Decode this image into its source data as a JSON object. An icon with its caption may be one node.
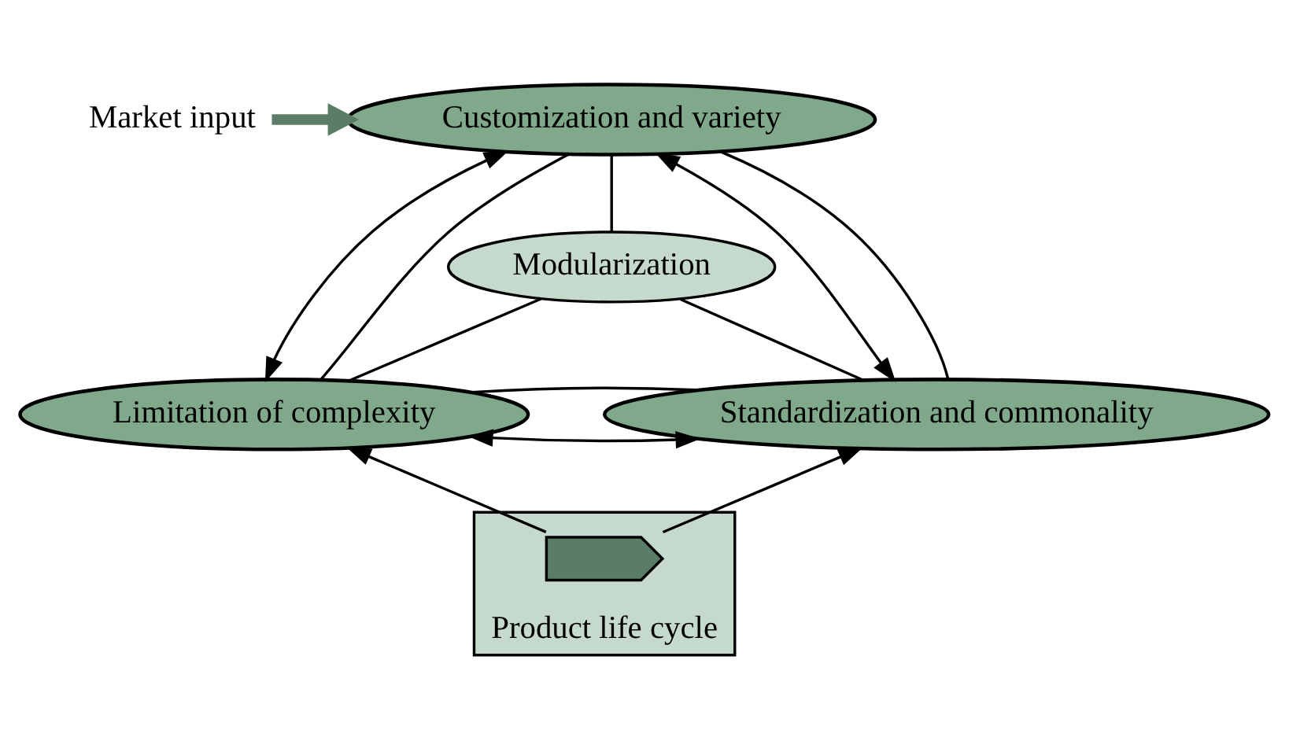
{
  "diagram": {
    "nodes": [
      {
        "text": [
          "Market input"
        ]
      },
      {
        "text": [
          "Customization and variety"
        ]
      },
      {
        "text": [
          "Limitation of complexity"
        ]
      },
      {
        "text": [
          "Standardization and commonality"
        ]
      },
      {
        "text": [
          "Modularization"
        ]
      },
      {
        "text": [
          "Product life cycle"
        ]
      },
      {
        "text": [],
        "shape": "chevron",
        "in": 5
      }
    ],
    "edges": [
      {
        "from": 0,
        "to": 1,
        "arrow": "to",
        "style": "thick",
        "color": "#5a7d67"
      },
      {
        "from": 1,
        "to": 2,
        "arrow": "both"
      },
      {
        "from": 1,
        "to": 3,
        "arrow": "both"
      },
      {
        "from": 2,
        "to": 3,
        "arrow": "both"
      },
      {
        "from": 1,
        "to": 2,
        "arrow": "none"
      },
      {
        "from": 1,
        "to": 3,
        "arrow": "none"
      },
      {
        "from": 2,
        "to": 3,
        "arrow": "none"
      },
      {
        "from": 1,
        "to": 4,
        "arrow": "none"
      },
      {
        "from": 2,
        "to": 4,
        "arrow": "none"
      },
      {
        "from": 3,
        "to": 4,
        "arrow": "none"
      },
      {
        "from": 6,
        "to": 2,
        "arrow": "to"
      },
      {
        "from": 6,
        "to": 3,
        "arrow": "to"
      }
    ]
  }
}
